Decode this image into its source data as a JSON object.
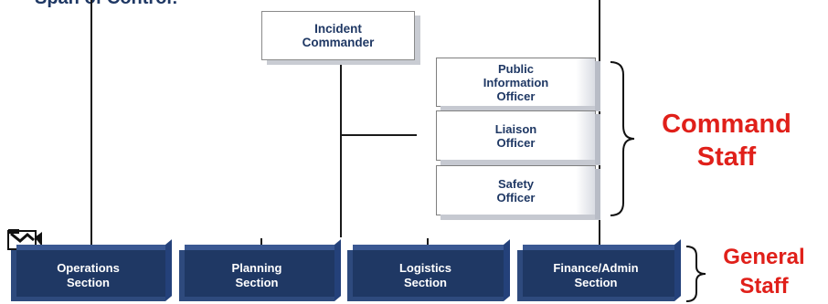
{
  "title_partial": "Span of Control:",
  "incident_commander": "Incident\nCommander",
  "command_staff": [
    {
      "label": "Public\nInformation\nOfficer"
    },
    {
      "label": "Liaison\nOfficer"
    },
    {
      "label": "Safety\nOfficer"
    }
  ],
  "sections": [
    {
      "label": "Operations\nSection"
    },
    {
      "label": "Planning\nSection"
    },
    {
      "label": "Logistics\nSection"
    },
    {
      "label": "Finance/Admin\nSection"
    }
  ],
  "command_staff_label": "Command\nStaff",
  "general_staff_label": "General\nStaff",
  "colors": {
    "section_fill": "#1f3864",
    "text_dark": "#1f3864",
    "accent_red": "#e0201a"
  },
  "icons": {
    "corner_icon": "computer-monitor-icon"
  }
}
